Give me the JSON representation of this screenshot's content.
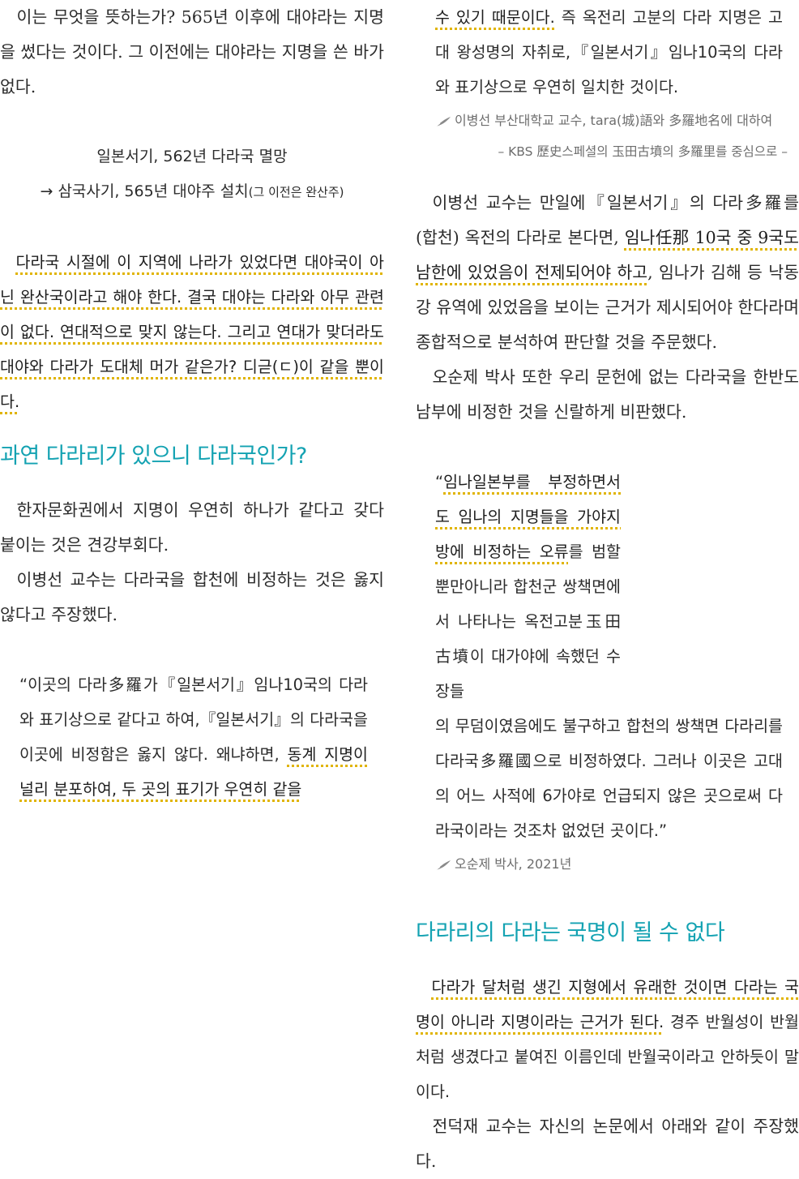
{
  "left": {
    "p1": "이는 무엇을 뜻하는가? 565년 이후에 대야라는 지명을 썼다는 것이다. 그 이전에는 대야라는 지명을 쓴 바가 없다.",
    "timeline_1": "일본서기, 562년 다라국 멸망",
    "timeline_2_arrow": "→",
    "timeline_2_main": "삼국사기, 565년 대야주 설치",
    "timeline_2_small": "(그 이전은 완산주)",
    "p2_highlight": "다라국 시절에 이 지역에 나라가 있었다면 대야국이 아닌 완산국이라고 해야 한다. 결국 대야는 다라와 아무 관련이 없다. 연대적으로 맞지 않는다. 그리고 연대가 맞더라도 대야와 다라가 도대체 머가 같은가? 디귿(ㄷ)이 같을 뿐이다.",
    "heading_1": "과연 다라리가 있으니 다라국인가?",
    "p3": "한자문화권에서 지명이 우연히 하나가 같다고 갖다 붙이는 것은 견강부회다.",
    "p4": "이병선 교수는 다라국을 합천에 비정하는 것은 옳지 않다고 주장했다.",
    "quote1_part1": "“이곳의 다라多羅가『일본서기』임나10국의 다라와 표기상으로 같다고 하여,『일본서기』의 다라국을 이곳에 비정함은 옳지 않다. 왜냐하면, ",
    "quote1_hl": "동계 지명이 널리 분포하여, 두 곳의 표기가 우연히 같을"
  },
  "right": {
    "quote1_cont_hl": "수 있기 때문이다.",
    "quote1_cont": " 즉 옥전리 고분의 다라 지명은 고대 왕성명의 자취로,『일본서기』임나10국의 다라와 표기상으로 우연히 일치한 것이다.",
    "cite1": "이병선 부산대학교 교수, tara(城)語와 多羅地名에 대하여",
    "cite1_sub": "– KBS 歷史스페셜의 玉田古墳의 多羅里를 중심으로 –",
    "p5_a": "이병선 교수는 만일에『일본서기』의 다라多羅를 (합천) 옥전의 다라로 본다면, ",
    "p5_hl": "임나任那 10국 중 9국도 남한에 있었음이 전제되어야 하고",
    "p5_b": ", 임나가 김해 등 낙동강 유역에 있었음을 보이는 근거가 제시되어야 한다라며 종합적으로 분석하여 판단할 것을 주문했다.",
    "p6": "오순제 박사 또한 우리 문헌에 없는 다라국을 한반도 남부에 비정한 것을 신랄하게 비판했다.",
    "quote2_open": "“",
    "quote2_hl": "임나일본부를 부정하면서도 임나의 지명들을 가야지방에 비정하는 오류",
    "quote2_a": "를 범할 뿐만아니라 합천군 쌍책면에서 나타나는 옥전고분玉田古墳이 대가야에 속했던 수장들",
    "quote2_b": "의 무덤이였음에도 불구하고 합천의 쌍책면 다라리를 다라국多羅國으로 비정하였다. 그러나 이곳은 고대의 어느 사적에 6가야로 언급되지 않은 곳으로써 다라국이라는 것조차 없었던 곳이다.”",
    "cite2": "오순제 박사, 2021년",
    "heading_2": "다라리의 다라는 국명이 될 수 없다",
    "p7_hl": "다라가 달처럼 생긴 지형에서 유래한 것이면 다라는 국명이 아니라 지명이라는 근거가 된다.",
    "p7_b": " 경주 반월성이 반월처럼 생겼다고 붙여진 이름인데 반월국이라고 안하듯이 말이다.",
    "p8": "전덕재 교수는 자신의 논문에서 아래와 같이 주장했다."
  },
  "colors": {
    "heading": "#13a2b2",
    "highlight_underline": "#e0b400",
    "caption": "#6d6d6d"
  },
  "icons": {
    "citation": "quill-pen-icon"
  }
}
